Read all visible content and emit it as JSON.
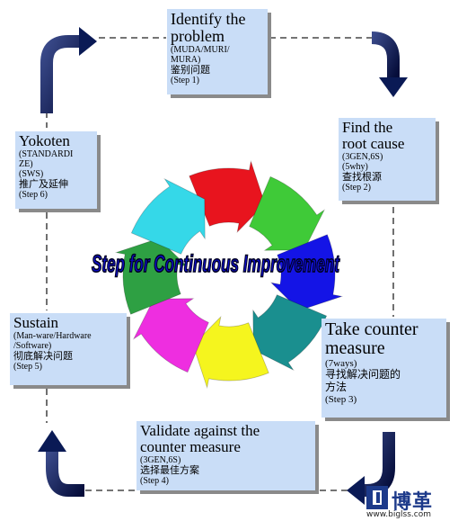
{
  "center_title": "Step for Continuous Improvement",
  "steps": [
    {
      "title_lines": [
        "Identify the",
        "problem"
      ],
      "sub_lines": [
        "(MUDA/MURI/",
        "MURA)"
      ],
      "chinese": "鉴别问题",
      "step": "(Step 1)"
    },
    {
      "title_lines": [
        "Find the",
        "root cause"
      ],
      "sub_lines": [
        "(3GEN,6S)",
        "(5why)"
      ],
      "chinese": "查找根源",
      "step": "(Step 2)"
    },
    {
      "title_lines": [
        "Take counter",
        "measure"
      ],
      "sub_lines": [
        "(7ways)"
      ],
      "chinese_lines": [
        "寻找解决问题的",
        "方法"
      ],
      "step": "(Step 3)"
    },
    {
      "title_lines": [
        "Validate against the",
        "counter measure"
      ],
      "sub_lines": [
        "(3GEN,6S)"
      ],
      "chinese": "选择最佳方案",
      "step": "(Step 4)"
    },
    {
      "title_lines": [
        "Sustain"
      ],
      "sub_lines": [
        "(Man-ware/Hardware",
        "/Software)"
      ],
      "chinese": "彻底解决问题",
      "step": "(Step 5)"
    },
    {
      "title_lines": [
        "Yokoten"
      ],
      "sub_lines": [
        "(STANDARDI",
        "ZE)",
        "(SWS)"
      ],
      "chinese": "推广及延伸",
      "step": "(Step 6)"
    }
  ],
  "cycle_colors": [
    "#e8141e",
    "#3fca38",
    "#1414e6",
    "#1a8f8f",
    "#f5f51e",
    "#ee2ee0",
    "#2ea043",
    "#35d8e8"
  ],
  "connector_color": "#0a1a55",
  "logo": {
    "name": "博革",
    "url": "www.biglss.com"
  }
}
